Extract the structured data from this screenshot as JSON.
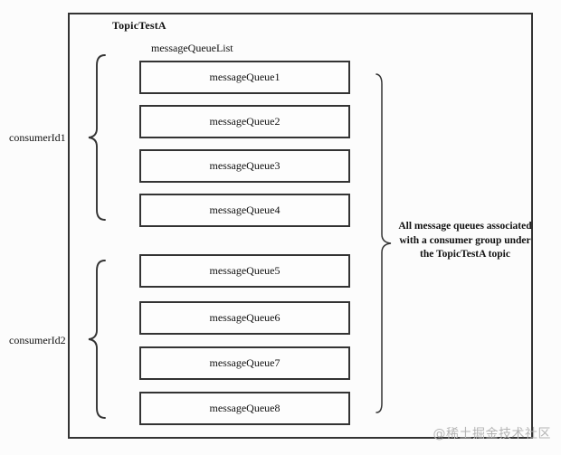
{
  "topic": {
    "label": "TopicTestA"
  },
  "queue_list": {
    "label": "messageQueueList",
    "queues": [
      "messageQueue1",
      "messageQueue2",
      "messageQueue3",
      "messageQueue4",
      "messageQueue5",
      "messageQueue6",
      "messageQueue7",
      "messageQueue8"
    ]
  },
  "consumers": [
    {
      "label": "consumerId1",
      "queues": [
        "messageQueue1",
        "messageQueue2",
        "messageQueue3",
        "messageQueue4"
      ]
    },
    {
      "label": "consumerId2",
      "queues": [
        "messageQueue5",
        "messageQueue6",
        "messageQueue7",
        "messageQueue8"
      ]
    }
  ],
  "annotation": {
    "text": "All message queues associated with a consumer group under the TopicTestA topic",
    "lines": [
      "All message queues associated",
      "with a consumer group under",
      "the TopicTestA topic"
    ]
  },
  "watermark": {
    "label": "@稀土掘金技术社区"
  },
  "colors": {
    "line": "#333333",
    "text": "#111111",
    "background": "#fcfcfc",
    "watermark": "#b5b5b5"
  }
}
